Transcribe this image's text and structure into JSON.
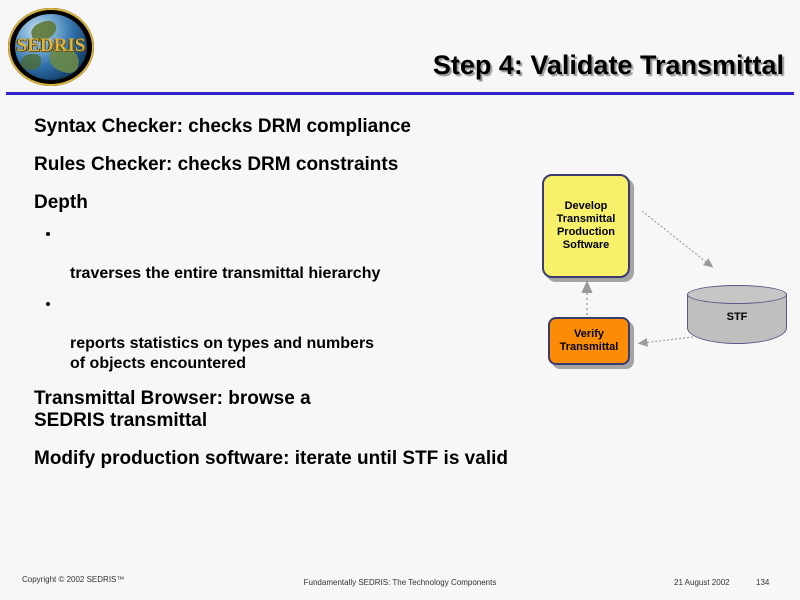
{
  "slide": {
    "background_color": "#f7f7f7",
    "rule_color": "#3322cc",
    "title": "Step 4: Validate Transmittal"
  },
  "logo": {
    "wordmark": "SEDRIS",
    "icon": "sedris-globe-logo"
  },
  "body": {
    "lines": [
      {
        "level": 1,
        "text": "Syntax Checker: checks DRM compliance"
      },
      {
        "level": 1,
        "text": "Rules Checker: checks DRM constraints"
      },
      {
        "level": 1,
        "text": "Depth"
      },
      {
        "level": 2,
        "text": "traverses the entire transmittal hierarchy"
      },
      {
        "level": 2,
        "text": "reports statistics on types and numbers\nof objects encountered"
      },
      {
        "level": 1,
        "text": "Transmittal Browser: browse a\nSEDRIS transmittal"
      },
      {
        "level": 1,
        "text": "Modify production software: iterate until STF is valid"
      }
    ]
  },
  "diagram": {
    "nodes": [
      {
        "id": "develop",
        "label": "Develop\nTransmittal\nProduction\nSoftware",
        "shape": "rounded-rectangle",
        "fill": "#f6f06a",
        "border": "#3b3b6d"
      },
      {
        "id": "verify",
        "label": "Verify\nTransmittal",
        "shape": "rounded-rectangle",
        "fill": "#fb8c05",
        "border": "#3b3b6d"
      },
      {
        "id": "stf",
        "label": "STF",
        "shape": "cylinder",
        "fill": "#bfbfbf",
        "border": "#5a5a8a"
      }
    ],
    "connectors": [
      {
        "from": "develop",
        "to": "stf",
        "style": "dotted",
        "color": "#9a9a9a"
      },
      {
        "from": "stf",
        "to": "verify",
        "style": "dotted",
        "color": "#9a9a9a"
      },
      {
        "from": "verify",
        "to": "develop",
        "style": "dotted",
        "color": "#9a9a9a"
      }
    ]
  },
  "footer": {
    "copyright": "Copyright © 2002 SEDRIS™",
    "center": "Fundamentally SEDRIS: The Technology Components",
    "date": "21 August 2002",
    "page": "134"
  }
}
